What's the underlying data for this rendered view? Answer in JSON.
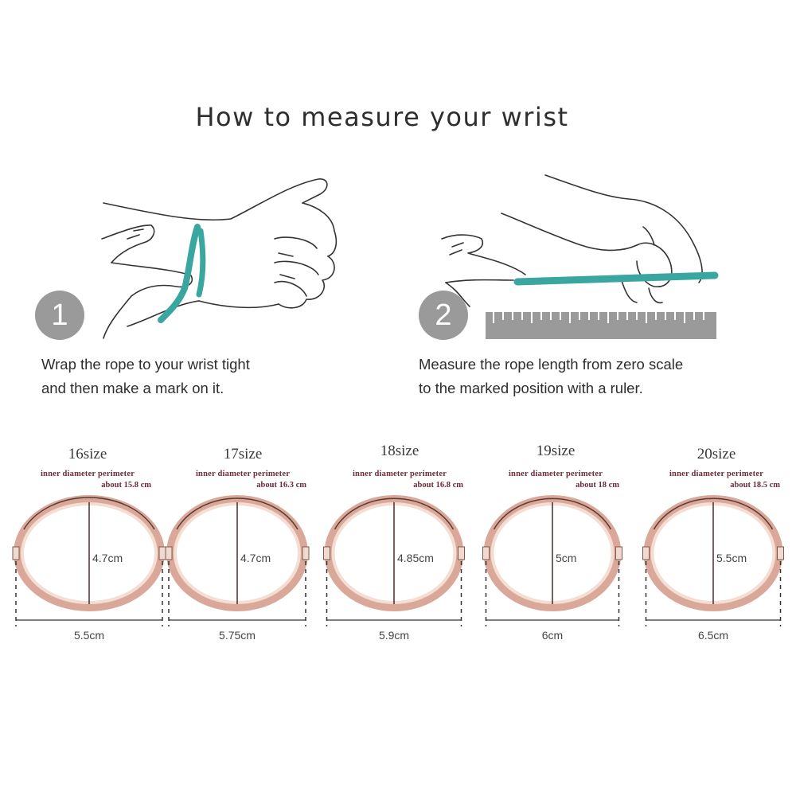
{
  "title": "How to measure your wrist",
  "steps": [
    {
      "number": "1",
      "text": "Wrap the rope to your wrist tight\nand then make a mark on it."
    },
    {
      "number": "2",
      "text": "Measure the rope length from zero scale\nto the marked position with a ruler."
    }
  ],
  "sizes": [
    {
      "name": "16size",
      "perimeter_label": "inner diameter perimeter",
      "perimeter_value": "about 15.8 cm",
      "height": "4.7cm",
      "width": "5.5cm"
    },
    {
      "name": "17size",
      "perimeter_label": "inner diameter perimeter",
      "perimeter_value": "about 16.3 cm",
      "height": "4.7cm",
      "width": "5.75cm"
    },
    {
      "name": "18size",
      "perimeter_label": "inner diameter perimeter",
      "perimeter_value": "about 16.8 cm",
      "height": "4.85cm",
      "width": "5.9cm"
    },
    {
      "name": "19size",
      "perimeter_label": "inner diameter perimeter",
      "perimeter_value": "about 18 cm",
      "height": "5cm",
      "width": "6cm"
    },
    {
      "name": "20size",
      "perimeter_label": "inner diameter perimeter",
      "perimeter_value": "about 18.5 cm",
      "height": "5.5cm",
      "width": "6.5cm"
    }
  ],
  "colors": {
    "rope": "#3aa6a0",
    "bangle_outer": "#d9a898",
    "bangle_inner": "#f4ddd2",
    "badge": "#9a9a9a",
    "ruler": "#9a9a9a",
    "perimeter_text": "#6b2b3a"
  }
}
